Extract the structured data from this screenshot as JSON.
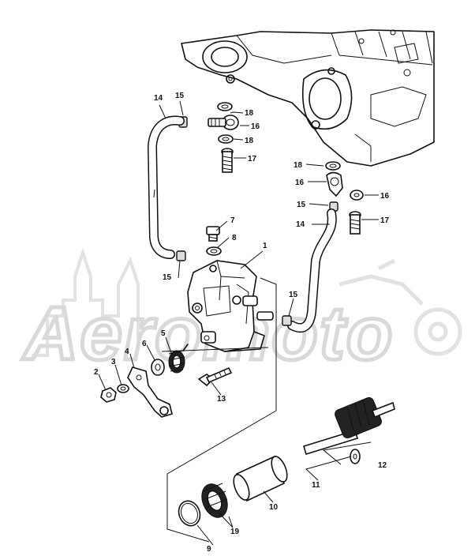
{
  "watermark": {
    "text": "Aeromoto",
    "color": "#d9d9d9"
  },
  "callouts": {
    "c1": "1",
    "c2": "2",
    "c3": "3",
    "c4": "4",
    "c5": "5",
    "c6": "6",
    "c7": "7",
    "c8": "8",
    "c9": "9",
    "c10": "10",
    "c11": "11",
    "c12": "12",
    "c13": "13",
    "c14a": "14",
    "c14b": "14",
    "c15a": "15",
    "c15b": "15",
    "c15c": "15",
    "c15d": "15",
    "c16a": "16",
    "c16b": "16",
    "c16c": "16",
    "c17a": "17",
    "c17b": "17",
    "c18a": "18",
    "c18b": "18",
    "c18c": "18",
    "c19": "19"
  }
}
